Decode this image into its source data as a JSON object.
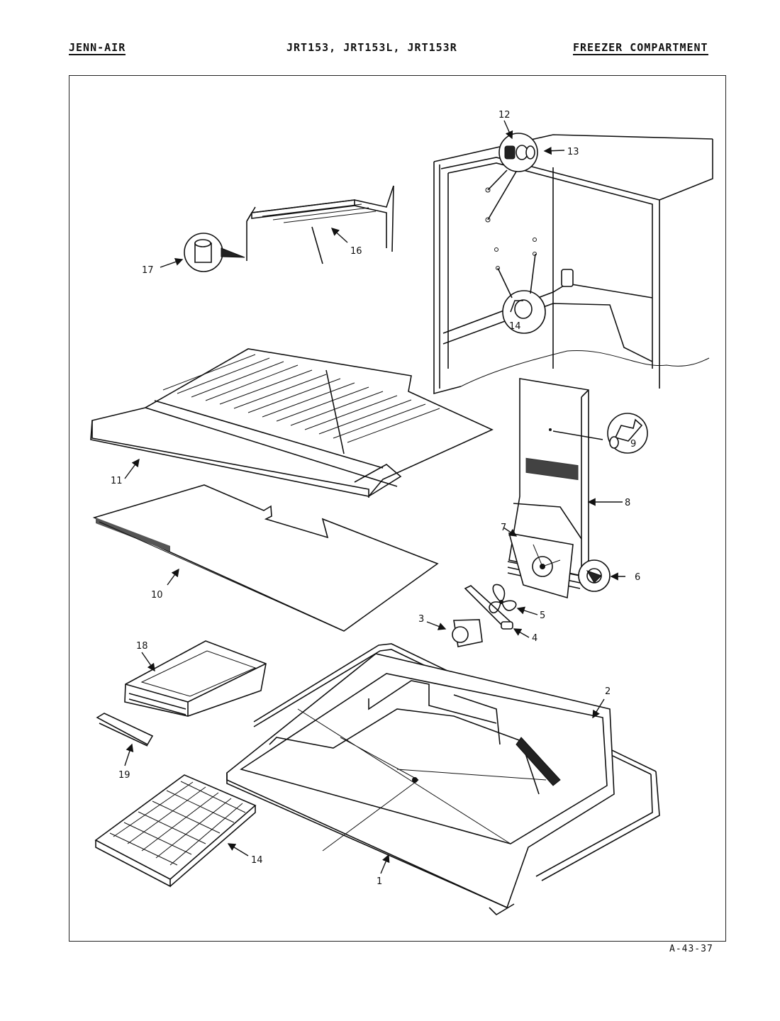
{
  "header": {
    "brand": "JENN-AIR",
    "models": "JRT153, JRT153L, JRT153R",
    "section": "FREEZER COMPARTMENT"
  },
  "figure_ref": "A-43-37",
  "callouts": {
    "c1": "1",
    "c2": "2",
    "c3": "3",
    "c4": "4",
    "c5": "5",
    "c6": "6",
    "c7": "7",
    "c8": "8",
    "c9": "9",
    "c10": "10",
    "c11": "11",
    "c12": "12",
    "c13": "13",
    "c14a": "14",
    "c14b": "14",
    "c16": "16",
    "c17": "17",
    "c18": "18",
    "c19": "19"
  }
}
